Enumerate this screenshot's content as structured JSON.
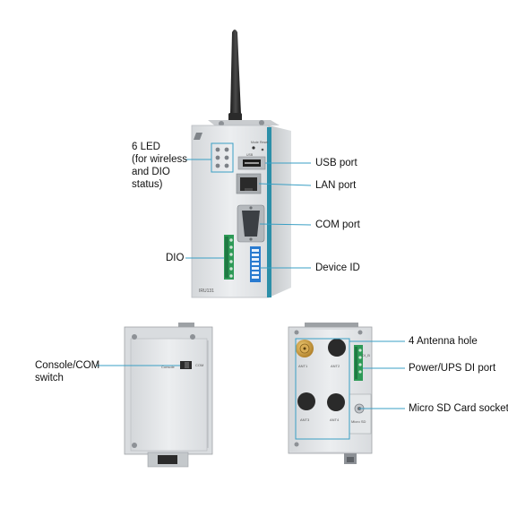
{
  "callouts": {
    "led": [
      "6 LED",
      "(for wireless",
      "and DIO",
      "status)"
    ],
    "usb": "USB port",
    "lan": "LAN port",
    "com": "COM port",
    "dio": "DIO",
    "device_id": "Device ID",
    "console_switch": [
      "Console/COM",
      "switch"
    ],
    "antenna": "4 Antenna hole",
    "power_ups": "Power/UPS DI port",
    "microsd": "Micro SD Card socket"
  },
  "device_markings": {
    "model": "IRU131",
    "top_mode": "Mode",
    "top_reset": "Reset",
    "usb_mark": "USB",
    "console": "Console",
    "com": "COM",
    "ant1": "ANT1",
    "ant2": "ANT2",
    "ant3": "ANT3",
    "ant4": "ANT4",
    "microsd": "Micro SD",
    "power_mark": "DI_B"
  },
  "colors": {
    "accent": "#2c8fa8",
    "callout_line": "#3a9fc4",
    "body": "#e2e5e7",
    "terminal": "#2e9a57",
    "dip": "#2a7bd0"
  }
}
